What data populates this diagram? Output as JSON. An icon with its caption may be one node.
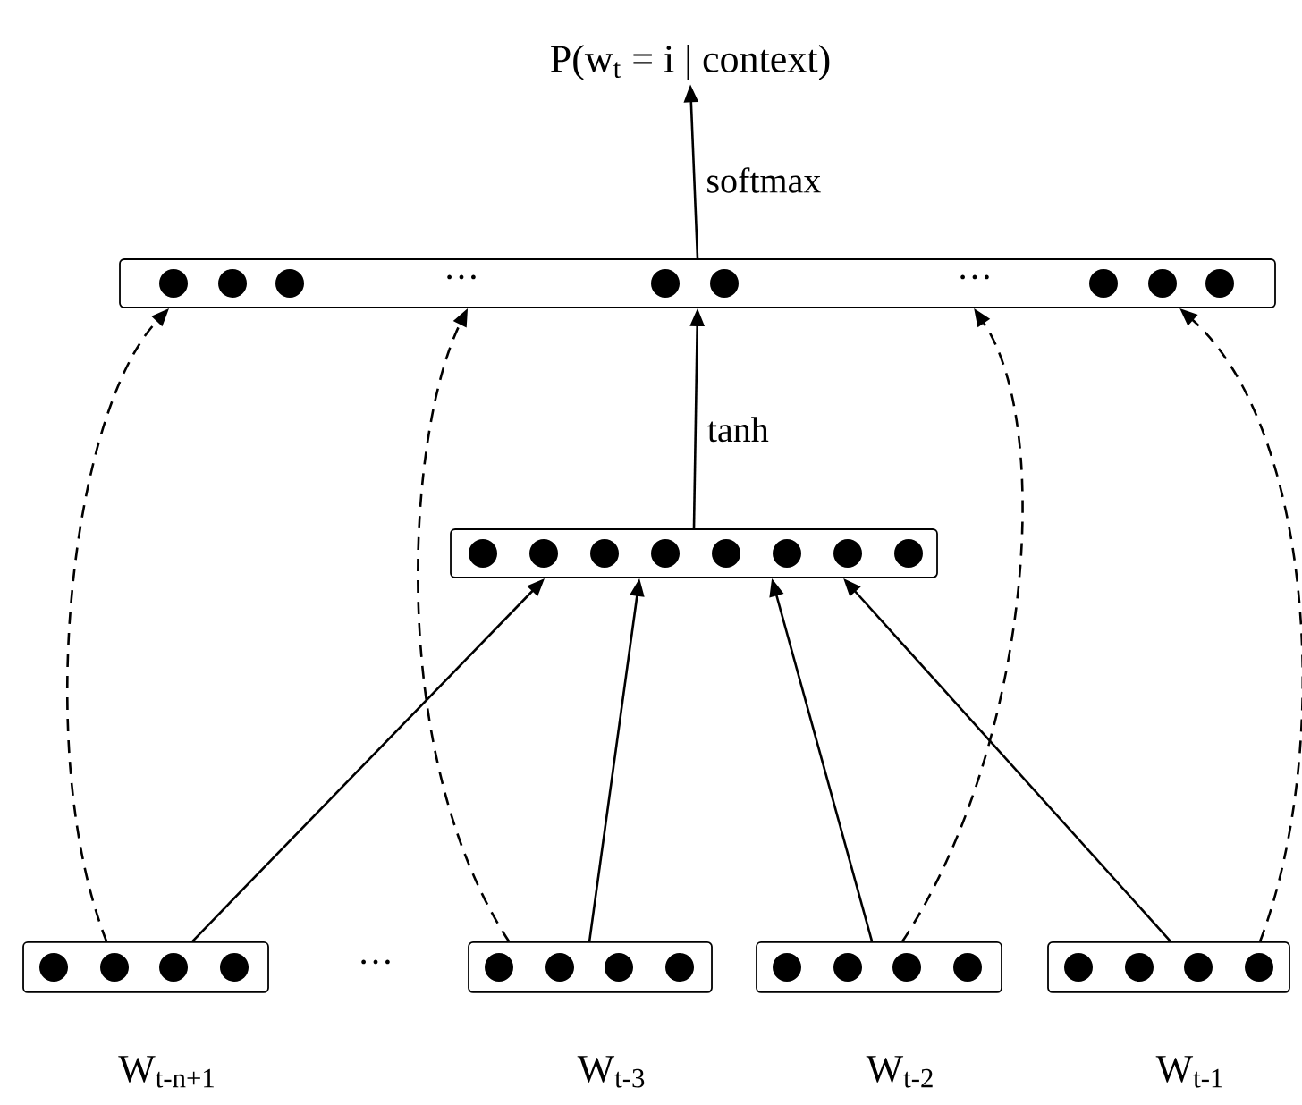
{
  "diagram": {
    "nodes": [
      {
        "text": [
          "P(w$_{t}$ = i | context)"
        ]
      },
      {
        "text": [],
        "shape": "box"
      },
      {
        "text": [],
        "shape": "box"
      },
      {
        "text": [],
        "shape": "box",
        "beside": [
          "W$_{t-n+1}$"
        ]
      },
      {
        "text": [],
        "shape": "box",
        "beside": [
          "W$_{t-3}$"
        ]
      },
      {
        "text": [],
        "shape": "box",
        "beside": [
          "W$_{t-2}$"
        ]
      },
      {
        "text": [],
        "shape": "box",
        "beside": [
          "W$_{t-1}$"
        ]
      }
    ],
    "edges": [
      {
        "from": 1,
        "to": 0,
        "arrow": "to",
        "label": "softmax"
      },
      {
        "from": 2,
        "to": 1,
        "arrow": "to",
        "label": "tanh"
      },
      {
        "from": 3,
        "to": 2,
        "arrow": "to"
      },
      {
        "from": 4,
        "to": 2,
        "arrow": "to"
      },
      {
        "from": 5,
        "to": 2,
        "arrow": "to"
      },
      {
        "from": 6,
        "to": 2,
        "arrow": "to"
      },
      {
        "from": 3,
        "to": 1,
        "arrow": "to",
        "style": "dashed"
      },
      {
        "from": 4,
        "to": 1,
        "arrow": "to",
        "style": "dashed"
      },
      {
        "from": 5,
        "to": 1,
        "arrow": "to",
        "style": "dashed"
      },
      {
        "from": 6,
        "to": 1,
        "arrow": "to",
        "style": "dashed"
      }
    ],
    "labels": [
      "…",
      "…",
      "…"
    ]
  }
}
